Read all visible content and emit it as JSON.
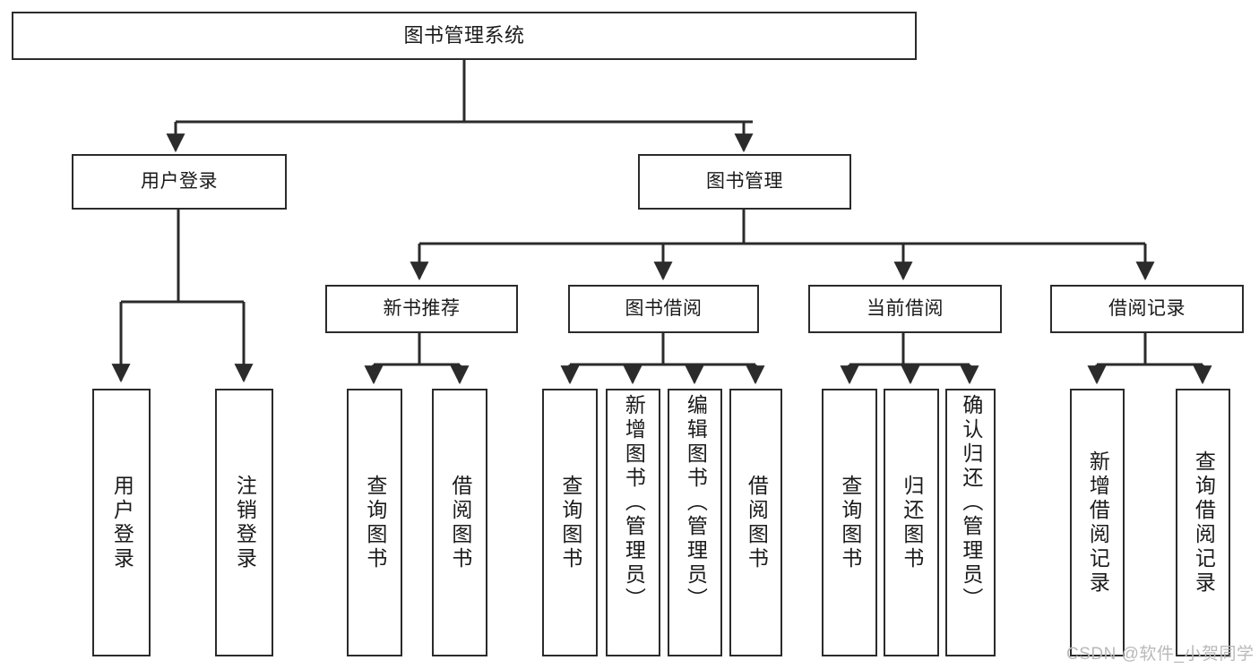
{
  "diagram": {
    "type": "tree",
    "title": "图书管理系统",
    "root": {
      "id": "root",
      "label": "图书管理系统"
    },
    "level2": [
      {
        "id": "user-login",
        "label": "用户登录"
      },
      {
        "id": "book-manage",
        "label": "图书管理"
      }
    ],
    "level3": [
      {
        "id": "new-book-rec",
        "label": "新书推荐",
        "parent": "book-manage"
      },
      {
        "id": "book-borrow",
        "label": "图书借阅",
        "parent": "book-manage"
      },
      {
        "id": "current-borrow",
        "label": "当前借阅",
        "parent": "book-manage"
      },
      {
        "id": "borrow-record",
        "label": "借阅记录",
        "parent": "book-manage"
      }
    ],
    "leaves": [
      {
        "id": "leaf-user-login",
        "label": "用户登录",
        "parent": "user-login"
      },
      {
        "id": "leaf-logout",
        "label": "注销登录",
        "parent": "user-login"
      },
      {
        "id": "leaf-query-book-1",
        "label": "查询图书",
        "parent": "new-book-rec"
      },
      {
        "id": "leaf-borrow-book-1",
        "label": "借阅图书",
        "parent": "new-book-rec"
      },
      {
        "id": "leaf-query-book-2",
        "label": "查询图书",
        "parent": "book-borrow"
      },
      {
        "id": "leaf-add-book",
        "label": "新增图书（管理员）",
        "parent": "book-borrow"
      },
      {
        "id": "leaf-edit-book",
        "label": "编辑图书（管理员）",
        "parent": "book-borrow"
      },
      {
        "id": "leaf-borrow-book-2",
        "label": "借阅图书",
        "parent": "book-borrow"
      },
      {
        "id": "leaf-query-book-3",
        "label": "查询图书",
        "parent": "current-borrow"
      },
      {
        "id": "leaf-return-book",
        "label": "归还图书",
        "parent": "current-borrow"
      },
      {
        "id": "leaf-confirm-return",
        "label": "确认归还（管理员）",
        "parent": "current-borrow"
      },
      {
        "id": "leaf-add-record",
        "label": "新增借阅记录",
        "parent": "borrow-record"
      },
      {
        "id": "leaf-query-record",
        "label": "查询借阅记录",
        "parent": "borrow-record"
      }
    ]
  },
  "watermark": {
    "text": "CSDN @软件_小贺同学"
  },
  "colors": {
    "stroke": "#2b2b2b",
    "background": "#ffffff",
    "text": "#1a1a1a",
    "watermark": "#b9b9b9"
  }
}
